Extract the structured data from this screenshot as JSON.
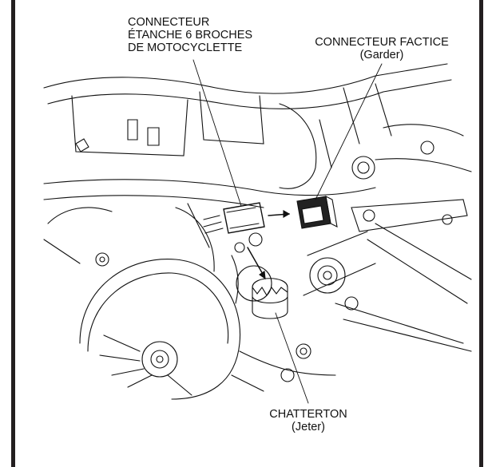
{
  "labels": {
    "sealed_connector": [
      "CONNECTEUR",
      "ÉTANCHE 6 BROCHES",
      "DE MOTOCYCLETTE"
    ],
    "dummy_connector": {
      "title": "CONNECTEUR FACTICE",
      "note": "(Garder)"
    },
    "tape": {
      "title": "CHATTERTON",
      "note": "(Jeter)"
    }
  }
}
